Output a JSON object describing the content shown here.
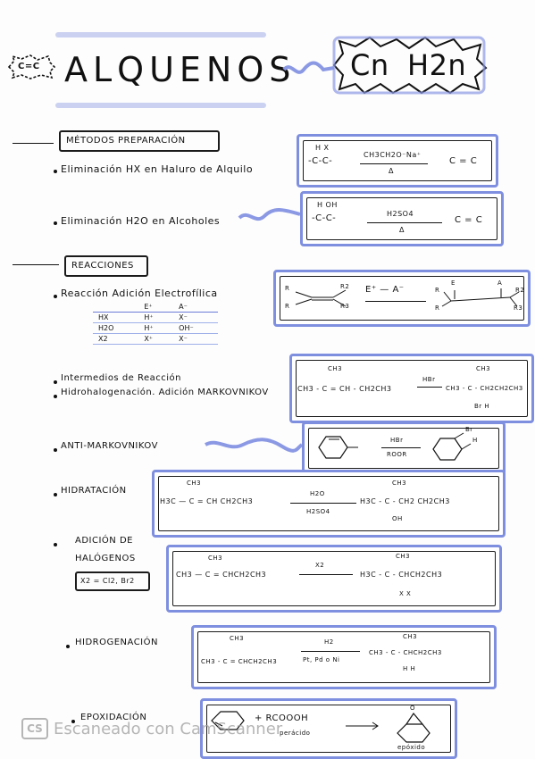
{
  "header": {
    "logo_text": "C=C",
    "title": "ALQUENOS",
    "formula_c": "Cn",
    "formula_h": "H2n"
  },
  "sections": {
    "preparation": "MÉTODOS PREPARACIÓN",
    "reactions": "REACCIONES"
  },
  "preparation_items": [
    {
      "text": "Eliminación HX en Haluro de Alquilo",
      "reagent": "CH3CH2O⁻Na⁺",
      "condition": "Δ",
      "reactant_top": "H   X",
      "reactant": "-C-C-",
      "product": "C = C"
    },
    {
      "text": "Eliminación H2O en Alcoholes",
      "reagent": "H2SO4",
      "condition": "Δ",
      "reactant_top": "H   OH",
      "reactant": "-C-C-",
      "product": "C = C"
    }
  ],
  "electrophilic": {
    "text": "Reacción Adición Electrofílica",
    "equation": "E⁺ — A⁻",
    "table_header": [
      "",
      "E⁺",
      "A⁻"
    ],
    "table_rows": [
      [
        "HX",
        "H⁺",
        "X⁻"
      ],
      [
        "H2O",
        "H⁺",
        "OH⁻"
      ],
      [
        "X2",
        "X⁺",
        "X⁻"
      ]
    ],
    "reactant_labels": [
      "R",
      "R",
      "R2",
      "R3"
    ],
    "product_labels": [
      "E",
      "A",
      "R",
      "R",
      "R2",
      "R3"
    ]
  },
  "items": {
    "intermediates": "Intermedios de Reacción",
    "hydrohalogenation": "Hidrohalogenación. Adición MARKOVNIKOV",
    "anti_markovnikov": "ANTI-MARKOVNIKOV",
    "hydration": "HIDRATACIÓN",
    "halogen_addition_1": "ADICIÓN DE",
    "halogen_addition_2": "HALÓGENOS",
    "halogen_note": "X2 = Cl2, Br2",
    "hydrogenation": "HIDROGENACIÓN",
    "epoxidation": "EPOXIDACIÓN"
  },
  "reactions": {
    "hydrohalogenation": {
      "top": "CH3",
      "reactant": "CH3 - C = CH - CH2CH3",
      "reagent": "HBr",
      "ptop": "CH3",
      "product": "CH3 - C - CH2CH2CH3",
      "pbottom": "Br   H"
    },
    "anti_markovnikov": {
      "reagent": "HBr",
      "condition": "ROOR",
      "plabel": "Br",
      "plabel2": "H"
    },
    "hydration": {
      "top": "CH3",
      "reactant": "H3C — C = CH CH2CH3",
      "reagent": "H2O",
      "condition": "H2SO4",
      "ptop": "CH3",
      "product": "H3C - C - CH2 CH2CH3",
      "pbottom": "OH"
    },
    "halogen": {
      "top": "CH3",
      "reactant": "CH3 — C = CHCH2CH3",
      "reagent": "X2",
      "ptop": "CH3",
      "product": "H3C - C - CHCH2CH3",
      "pbottom": "X      X"
    },
    "hydrogenation": {
      "top": "CH3",
      "reactant": "CH3 - C = CHCH2CH3",
      "reagent": "H2",
      "condition": "Pt, Pd o Ni",
      "ptop": "CH3",
      "product": "CH3 - C - CHCH2CH3",
      "pbottom": "H      H"
    },
    "epoxidation": {
      "reagent": "+ RCOOOH",
      "reagent_label": "perácido",
      "product_label": "epóxido",
      "oxygen": "O"
    }
  },
  "watermark": {
    "badge": "CS",
    "text": "Escaneado con CamScanner"
  }
}
